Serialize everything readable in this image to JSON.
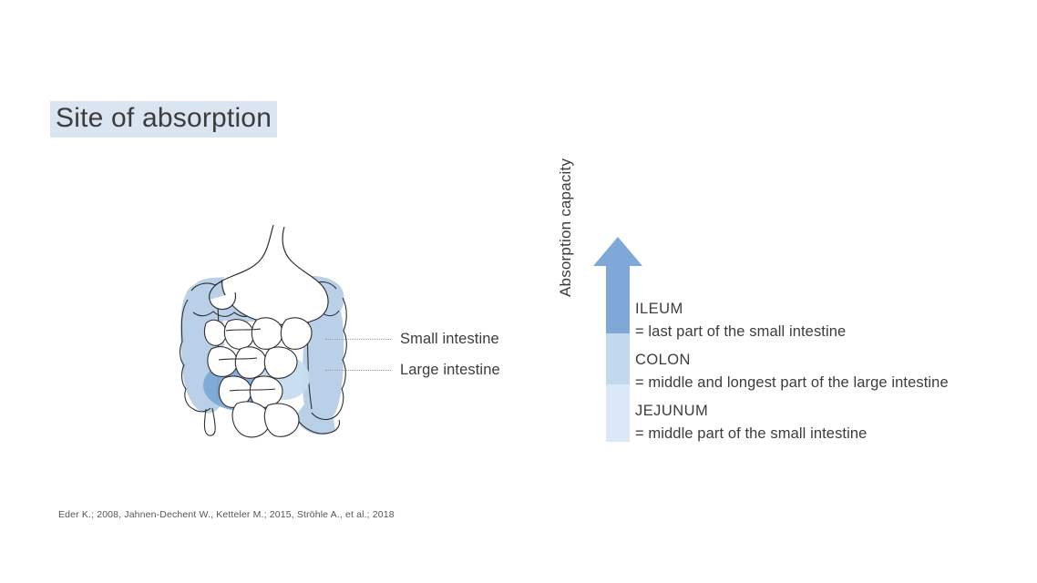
{
  "slide": {
    "title": "Site of absorption",
    "title_highlight_color": "#dbe5f1",
    "background_color": "#ffffff",
    "citation": "Eder K.; 2008, Jahnen-Dechent W., Ketteler M.; 2015, Ströhle A., et al.; 2018"
  },
  "figure": {
    "name": "digestive-tract-illustration",
    "callouts": [
      {
        "label": "Small intestine"
      },
      {
        "label": "Large intestine"
      }
    ],
    "colors": {
      "outline": "#2f2f2f",
      "large_intestine_fill": "#b9d0e8",
      "highlight_fill": "#7aa8d4",
      "stomach_fill": "#ffffff",
      "small_intestine_fill": "#ffffff"
    }
  },
  "capacity_scale": {
    "axis_label": "Absorption capacity",
    "arrow_direction": "up",
    "segments": [
      {
        "name": "ileum",
        "color": "#7fa8d8"
      },
      {
        "name": "colon",
        "color": "#c2d8ef"
      },
      {
        "name": "jejunum",
        "color": "#dbe8f7"
      }
    ],
    "arrow_head_color": "#7fa8d8"
  },
  "legend": [
    {
      "term": "ILEUM",
      "description": "= last part of the small intestine"
    },
    {
      "term": "COLON",
      "description": "= middle and longest part of the large intestine"
    },
    {
      "term": "JEJUNUM",
      "description": "= middle part of the small intestine"
    }
  ]
}
